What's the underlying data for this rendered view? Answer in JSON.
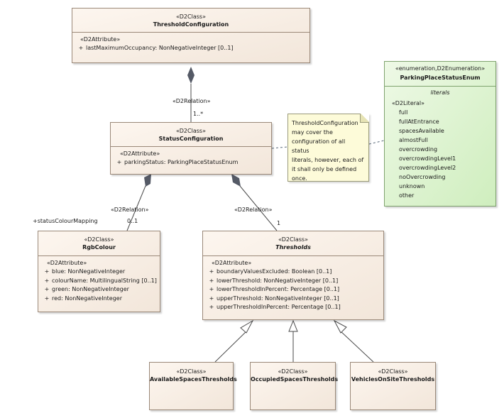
{
  "classes": {
    "threshold_configuration": {
      "stereotype": "«D2Class»",
      "name": "ThresholdConfiguration",
      "attr_stereotype": "«D2Attribute»",
      "attributes": [
        {
          "vis": "+",
          "text": "lastMaximumOccupancy: NonNegativeInteger [0..1]"
        }
      ]
    },
    "status_configuration": {
      "stereotype": "«D2Class»",
      "name": "StatusConfiguration",
      "attr_stereotype": "«D2Attribute»",
      "attributes": [
        {
          "vis": "+",
          "text": "parkingStatus: ParkingPlaceStatusEnum"
        }
      ]
    },
    "rgb_colour": {
      "stereotype": "«D2Class»",
      "name": "RgbColour",
      "attr_stereotype": "«D2Attribute»",
      "attributes": [
        {
          "vis": "+",
          "text": "blue: NonNegativeInteger"
        },
        {
          "vis": "+",
          "text": "colourName: MultilingualString [0..1]"
        },
        {
          "vis": "+",
          "text": "green: NonNegativeInteger"
        },
        {
          "vis": "+",
          "text": "red: NonNegativeInteger"
        }
      ]
    },
    "thresholds": {
      "stereotype": "«D2Class»",
      "name": "Thresholds",
      "attr_stereotype": "«D2Attribute»",
      "attributes": [
        {
          "vis": "+",
          "text": "boundaryValuesExcluded: Boolean [0..1]"
        },
        {
          "vis": "+",
          "text": "lowerThreshold: NonNegativeInteger [0..1]"
        },
        {
          "vis": "+",
          "text": "lowerThresholdInPercent: Percentage [0..1]"
        },
        {
          "vis": "+",
          "text": "upperThreshold: NonNegativeInteger [0..1]"
        },
        {
          "vis": "+",
          "text": "upperThresholdInPercent: Percentage [0..1]"
        }
      ]
    },
    "available_spaces": {
      "stereotype": "«D2Class»",
      "name": "AvailableSpacesThresholds"
    },
    "occupied_spaces": {
      "stereotype": "«D2Class»",
      "name": "OccupiedSpacesThresholds"
    },
    "vehicles_on_site": {
      "stereotype": "«D2Class»",
      "name": "VehiclesOnSiteThresholds"
    }
  },
  "enumeration": {
    "stereotype": "«enumeration,D2Enumeration»",
    "name": "ParkingPlaceStatusEnum",
    "literals_title": "literals",
    "literal_stereotype": "«D2Literal»",
    "literals": [
      "full",
      "fullAtEntrance",
      "spacesAvailable",
      "almostFull",
      "overcrowding",
      "overcrowdingLevel1",
      "overcrowdingLevel2",
      "noOvercrowding",
      "unknown",
      "other"
    ]
  },
  "note": {
    "lines": [
      "ThresholdConfiguration",
      "may cover the",
      "configuration of all status",
      "literals, however, each of",
      "it shall only be defined",
      "once."
    ]
  },
  "relations": {
    "config_to_status": {
      "stereotype": "«D2Relation»",
      "multiplicity": "1..*"
    },
    "status_to_rgb": {
      "stereotype": "«D2Relation»",
      "role": "+statusColourMapping",
      "multiplicity": "0..1"
    },
    "status_to_thresholds": {
      "stereotype": "«D2Relation»",
      "multiplicity": "1"
    }
  },
  "colors": {
    "class_fill": "#f7ece1",
    "class_border": "#9a8878",
    "enum_fill": "#dff3d2",
    "enum_border": "#7fa36e",
    "note_fill": "#fdfbd9",
    "line": "#4a4a4a"
  }
}
